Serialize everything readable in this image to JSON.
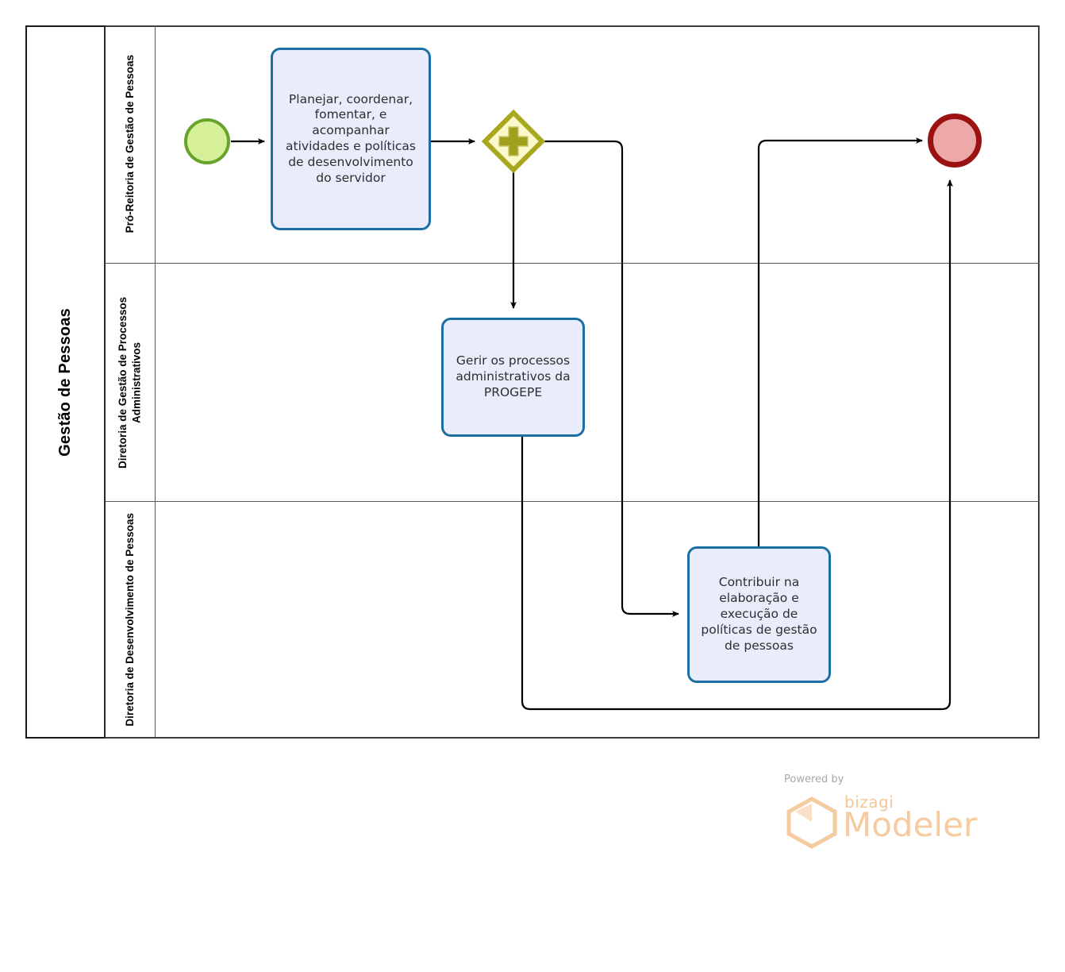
{
  "diagram": {
    "type": "bpmn-process-diagram",
    "pool": {
      "name": "Gestão de Pessoas",
      "lanes": [
        {
          "id": "lane-pro-reitoria",
          "name": "Pró-Reitoria de Gestão de Pessoas"
        },
        {
          "id": "lane-processos-adm",
          "name": "Diretoria de Gestão de Processos Administrativos"
        },
        {
          "id": "lane-desenvolvimento",
          "name": "Diretoria de Desenvolvimento de Pessoas"
        }
      ]
    },
    "elements": {
      "start_event": {
        "name": "start-event",
        "label": ""
      },
      "task_1": {
        "label": "Planejar, coordenar, fomentar, e acompanhar atividades e políticas de desenvolvimento do servidor"
      },
      "gateway_1": {
        "label": "",
        "gateway_type": "parallel",
        "symbol": "+"
      },
      "task_2": {
        "label": "Gerir os processos administrativos da PROGEPE"
      },
      "task_3": {
        "label": "Contribuir na elaboração e execução de políticas de gestão de pessoas"
      },
      "end_event": {
        "name": "end-event",
        "label": ""
      }
    },
    "colors": {
      "task_fill": "#e9edfb",
      "task_stroke": "#1c6ea4",
      "start_fill": "#d6f09a",
      "start_stroke": "#67a32a",
      "end_fill": "#eca9a8",
      "end_stroke": "#9b1212",
      "gateway_fill": "#fbf8cc",
      "gateway_stroke": "#a8a81e",
      "connector": "#000000",
      "pool_border": "#3b3b3b",
      "lane_divider": "#5a5a5a"
    }
  },
  "watermark": {
    "powered_by": "Powered by",
    "brand": "bizagi",
    "product": "Modeler"
  }
}
